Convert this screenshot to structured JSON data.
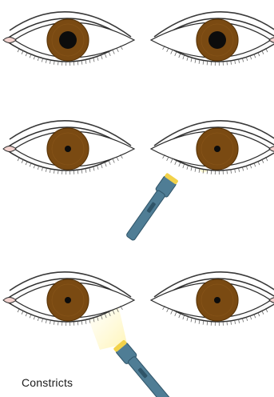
{
  "figure": {
    "caption": "Constricts",
    "colors": {
      "iris": "#7a4a12",
      "iris_ring": "#5a3508",
      "pupil": "#0c0c0c",
      "sclera": "#ffffff",
      "outline": "#2b2b2b",
      "lid_crease": "#3a3a3a",
      "caruncle": "#f3d3cf",
      "flashlight_body": "#4f7d95",
      "flashlight_dark": "#2f5468",
      "flashlight_lens": "#f2d24a",
      "beam": "#fff1a6"
    },
    "rows": [
      {
        "row": "dark-baseline",
        "left_eye": {
          "pupil": "dilated",
          "lit": false
        },
        "right_eye": {
          "pupil": "dilated",
          "lit": false
        },
        "flashlight": "none"
      },
      {
        "row": "light-right-eye",
        "left_eye": {
          "pupil": "constricted",
          "lit": false
        },
        "right_eye": {
          "pupil": "constricted",
          "lit": true
        },
        "flashlight": "right-eye"
      },
      {
        "row": "light-left-eye",
        "left_eye": {
          "pupil": "constricted",
          "lit": true
        },
        "right_eye": {
          "pupil": "constricted",
          "lit": false
        },
        "flashlight": "left-eye"
      }
    ]
  }
}
